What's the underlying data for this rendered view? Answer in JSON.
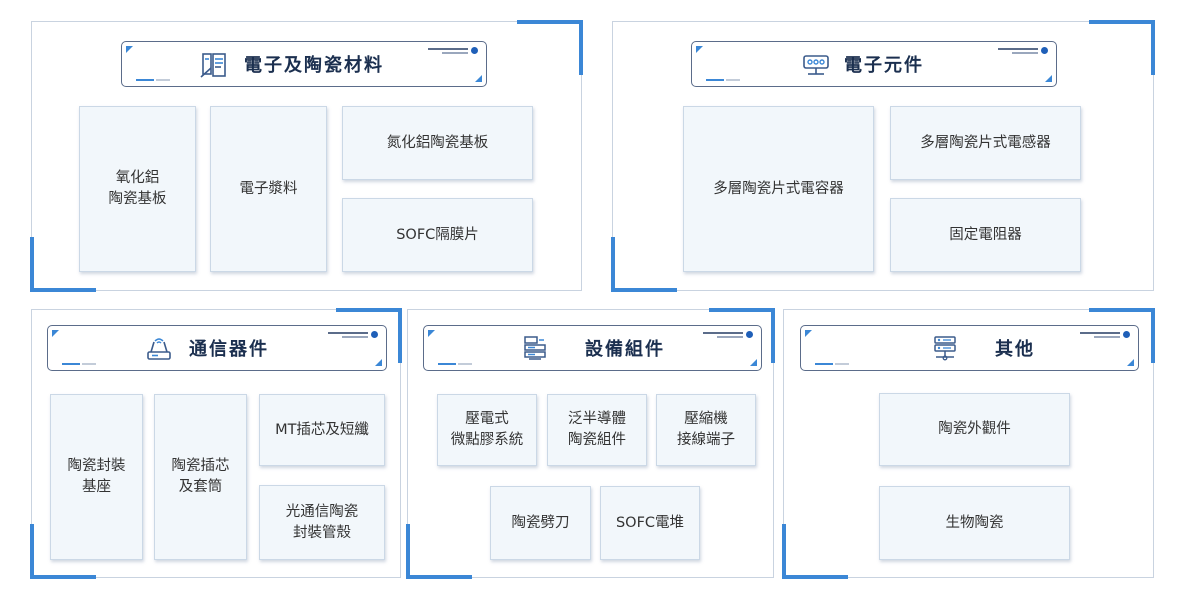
{
  "panels": {
    "electronic_ceramic_materials": {
      "title": "電子及陶瓷材料",
      "icon": "materials-icon",
      "items": [
        "氧化鋁\n陶瓷基板",
        "電子漿料",
        "氮化鋁陶瓷基板",
        "SOFC隔膜片"
      ]
    },
    "electronic_components": {
      "title": "電子元件",
      "icon": "circuit-board-icon",
      "items": [
        "多層陶瓷片式電容器",
        "多層陶瓷片式電感器",
        "固定電阻器"
      ]
    },
    "communication_devices": {
      "title": "通信器件",
      "icon": "router-icon",
      "items": [
        "陶瓷封裝\n基座",
        "陶瓷插芯\n及套筒",
        "MT插芯及短纖",
        "光通信陶瓷\n封裝管殼"
      ]
    },
    "equipment_components": {
      "title": "設備組件",
      "icon": "equipment-rack-icon",
      "items": [
        "壓電式\n微點膠系統",
        "泛半導體\n陶瓷組件",
        "壓縮機\n接線端子",
        "陶瓷劈刀",
        "SOFC電堆"
      ]
    },
    "others": {
      "title": "其他",
      "icon": "server-stack-icon",
      "items": [
        "陶瓷外觀件",
        "生物陶瓷"
      ]
    }
  },
  "colors": {
    "accent": "#3b87d6",
    "border": "#5b6c8a",
    "title": "#1b2f4f",
    "box_bg": "#f2f7fb"
  }
}
